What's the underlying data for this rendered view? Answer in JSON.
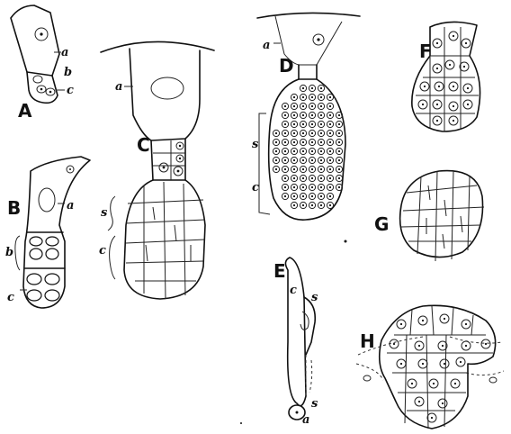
{
  "figures": {
    "A": {
      "label": "A",
      "parts": {
        "a": "a",
        "b": "b",
        "c": "c"
      }
    },
    "B": {
      "label": "B",
      "parts": {
        "a": "a",
        "b": "b",
        "c": "c"
      }
    },
    "C": {
      "label": "C",
      "parts": {
        "a": "a",
        "s": "s",
        "c": "c"
      }
    },
    "D": {
      "label": "D",
      "parts": {
        "a": "a",
        "s": "s",
        "c": "c"
      }
    },
    "E": {
      "label": "E",
      "parts": {
        "c": "c",
        "s1": "s",
        "s2": "s",
        "a": "a"
      }
    },
    "F": {
      "label": "F"
    },
    "G": {
      "label": "G"
    },
    "H": {
      "label": "H"
    }
  }
}
